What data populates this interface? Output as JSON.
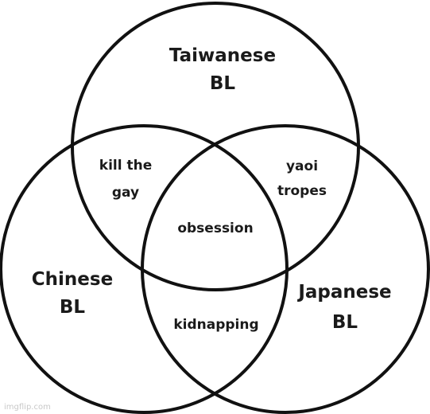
{
  "diagram": {
    "sets": {
      "taiwanese": {
        "line1": "Taiwanese",
        "line2": "BL"
      },
      "chinese": {
        "line1": "Chinese",
        "line2": "BL"
      },
      "japanese": {
        "line1": "Japanese",
        "line2": "BL"
      }
    },
    "intersections": {
      "taiwanese_chinese": {
        "line1": "kill the",
        "line2": "gay"
      },
      "taiwanese_japanese": {
        "line1": "yaoi",
        "line2": "tropes"
      },
      "all_three": {
        "line1": "obsession"
      },
      "chinese_japanese": {
        "line1": "kidnapping"
      }
    },
    "stroke_color": "#111111"
  },
  "watermark": {
    "text": "imgflip.com"
  }
}
